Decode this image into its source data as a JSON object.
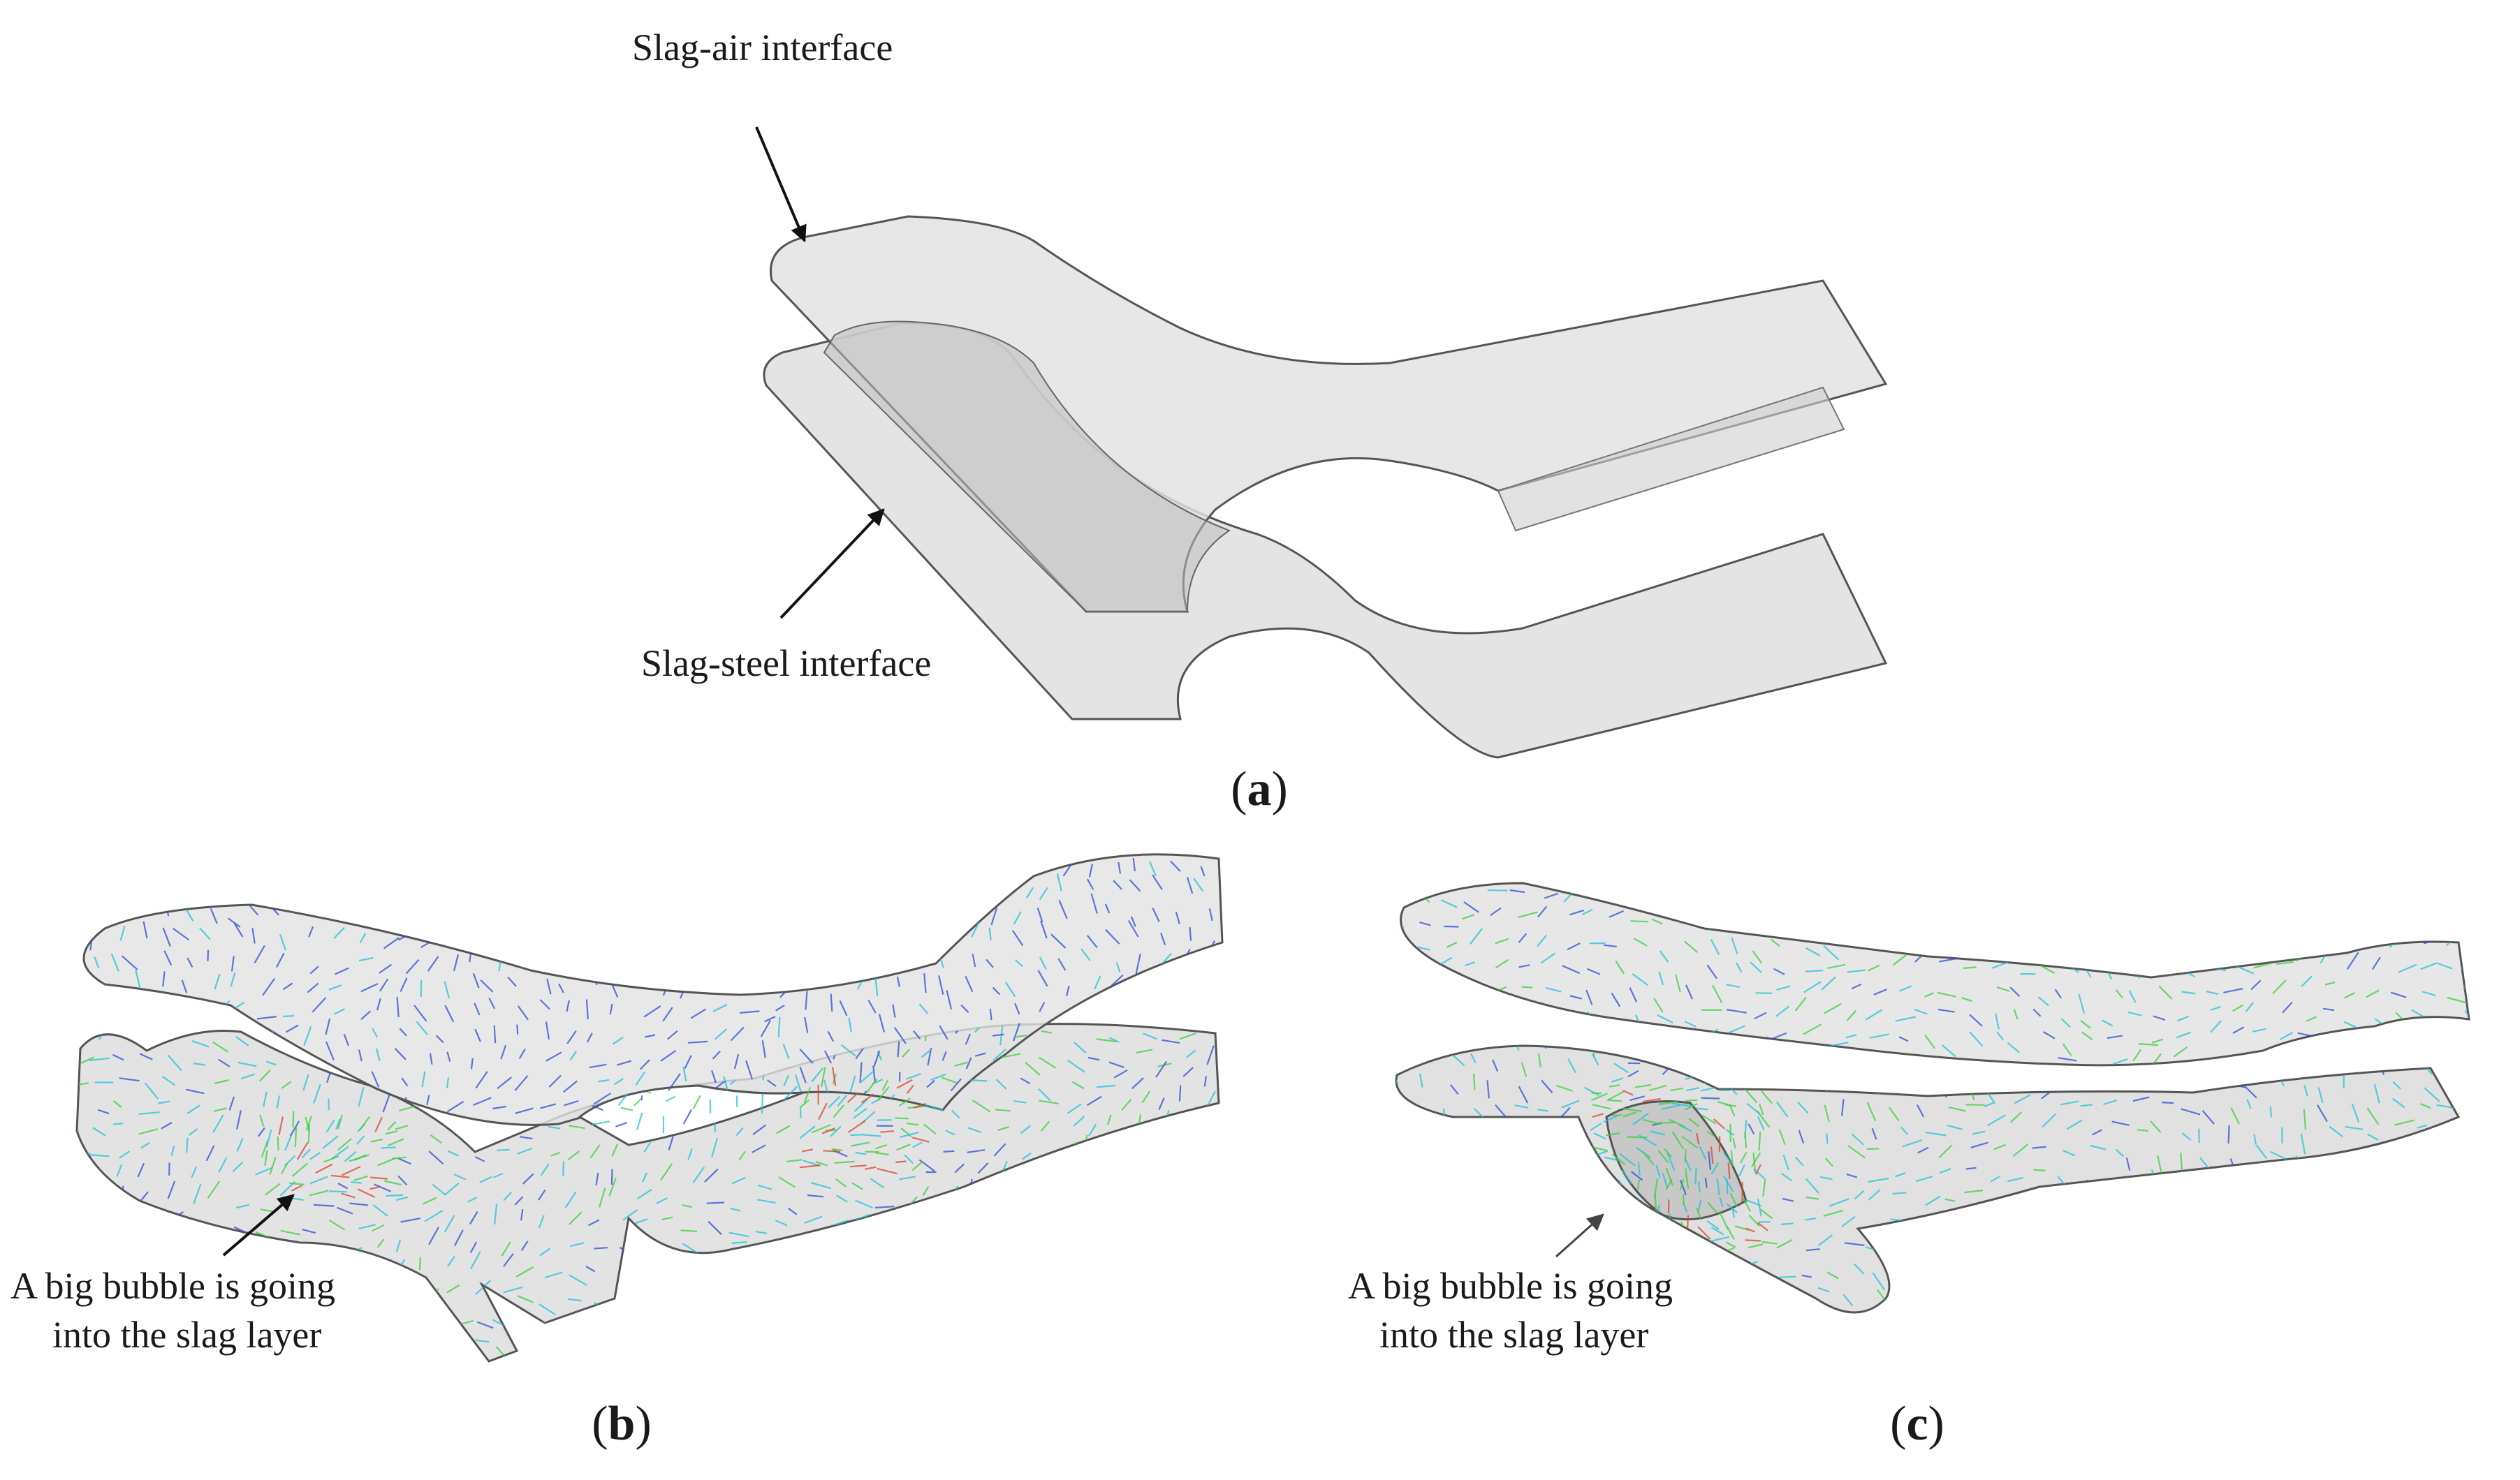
{
  "panel_a": {
    "label_air": "Slag-air interface",
    "label_steel": "Slag-steel interface",
    "caption_open": "(",
    "caption_letter": "a",
    "caption_close": ")"
  },
  "panel_b": {
    "annotation_line1": "A big bubble  is going",
    "annotation_line2": "into the slag layer",
    "caption_open": "(",
    "caption_letter": "b",
    "caption_close": ")"
  },
  "panel_c": {
    "annotation_line1": "A big bubble is going",
    "annotation_line2": "into the slag layer",
    "caption_open": "(",
    "caption_letter": "c",
    "caption_close": ")"
  },
  "colors": {
    "sheet_fill": "#e3e3e3",
    "sheet_overlap": "#c9c9c9",
    "vector_blue": "#2b4fd6",
    "vector_cyan": "#22c3d6",
    "vector_green": "#3ccf3c",
    "vector_red": "#d9452b"
  }
}
